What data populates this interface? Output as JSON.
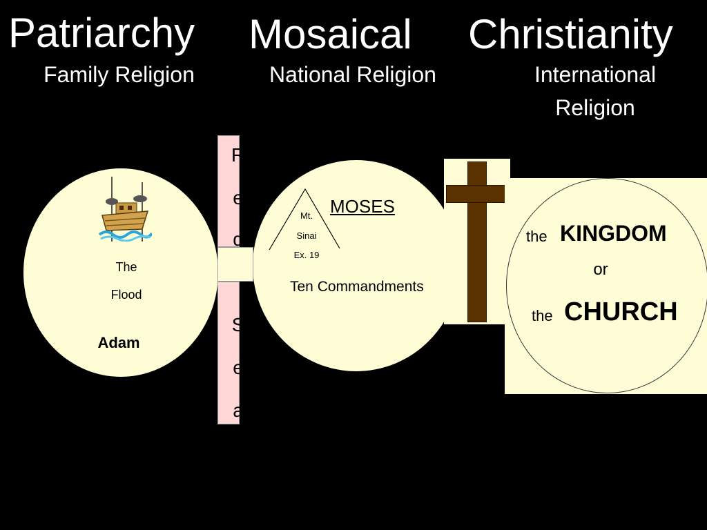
{
  "eras": {
    "patriarchy": {
      "title": "Patriarchy",
      "subtitle": "Family Religion"
    },
    "mosaical": {
      "title": "Mosaical",
      "subtitle": "National Religion"
    },
    "christianity": {
      "title": "Christianity",
      "subtitle_line1": "International",
      "subtitle_line2": "Religion"
    }
  },
  "patriarchy_circle": {
    "ark_icon": "noahs-ark-icon",
    "label_line1": "The",
    "label_line2": "Flood",
    "name": "Adam"
  },
  "red_sea": {
    "letters": [
      "R",
      "e",
      "d",
      "S",
      "e",
      "a"
    ]
  },
  "mosaical_circle": {
    "leader": "MOSES",
    "mountain_line1": "Mt.",
    "mountain_line2": "Sinai",
    "mountain_line3": "Ex. 19",
    "law": "Ten Commandments"
  },
  "cross": {
    "icon": "cross-icon"
  },
  "christianity_circle": {
    "kingdom_article": "the",
    "kingdom": "KINGDOM",
    "or": "or",
    "church_article": "the",
    "church": "CHURCH"
  },
  "colors": {
    "background": "#000000",
    "circle_fill": "#fffdd6",
    "sea_fill": "#ffd7d7",
    "cross": "#5a3200",
    "text_light": "#ffffff",
    "text_dark": "#000000"
  }
}
